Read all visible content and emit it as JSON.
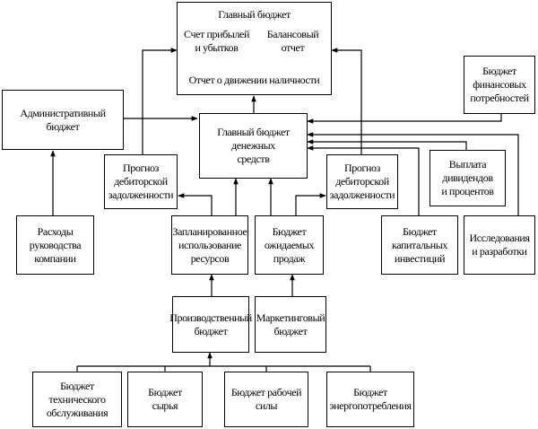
{
  "diagram": {
    "master_budget": {
      "title": "Главный бюджет",
      "income_statement": "Счет прибылей\nи убытков",
      "balance_sheet": "Балансовый\nотчет",
      "cash_flow": "Отчет о движении наличности"
    },
    "administrative_budget": "Административный\nбюджет",
    "financing_needs_budget": "Бюджет\nфинансовых\nпотребностей",
    "cash_budget": "Главный бюджет\nденежных\nсредств",
    "receivables_forecast_left": "Прогноз\nдебиторской\nзадолженности",
    "receivables_forecast_right": "Прогноз\nдебиторской\nзадолженности",
    "dividends_interest": "Выплата\nдивидендов\nи процентов",
    "management_expenses": "Расходы\nруководства\nкомпании",
    "planned_resources": "Запланированное\nиспользование\nресурсов",
    "expected_sales_budget": "Бюджет\nожидаемых\nпродаж",
    "capital_investment_budget": "Бюджет\nкапитальных\nинвестиций",
    "research_development": "Исследования\nи разработки",
    "production_budget": "Производственный\nбюджет",
    "marketing_budget": "Маркетинговый\nбюджет",
    "maintenance_budget": "Бюджет\nтехнического\nобслуживания",
    "materials_budget": "Бюджет\nсырья",
    "labor_budget": "Бюджет рабочей\nсилы",
    "energy_budget": "Бюджет\nэнергопотребления"
  }
}
